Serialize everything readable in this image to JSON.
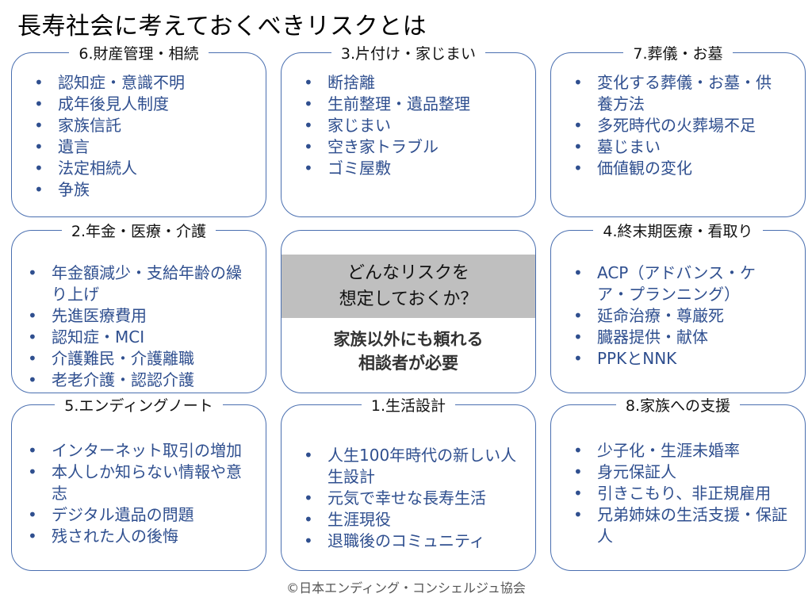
{
  "title": "長寿社会に考えておくべきリスクとは",
  "cards": [
    {
      "title": "6.財産管理・相続",
      "items": [
        "認知症・意識不明",
        "成年後見人制度",
        "家族信託",
        "遺言",
        "法定相続人",
        "争族"
      ]
    },
    {
      "title": "3.片付け・家じまい",
      "items": [
        "断捨離",
        "生前整理・遺品整理",
        "家じまい",
        "空き家トラブル",
        "ゴミ屋敷"
      ]
    },
    {
      "title": "7.葬儀・お墓",
      "items": [
        "変化する葬儀・お墓・供養方法",
        "多死時代の火葬場不足",
        "墓じまい",
        "価値観の変化"
      ]
    },
    {
      "title": "2.年金・医療・介護",
      "items": [
        "年金額減少・支給年齢の繰り上げ",
        "先進医療費用",
        "認知症・MCI",
        "介護難民・介護離職",
        "老老介護・認認介護"
      ]
    },
    {
      "title": "4.終末期医療・看取り",
      "items": [
        "ACP（アドバンス・ケア・プランニング）",
        "延命治療・尊厳死",
        "臓器提供・献体",
        "PPKとNNK"
      ]
    },
    {
      "title": "5.エンディングノート",
      "items": [
        "インターネット取引の増加",
        "本人しか知らない情報や意志",
        "デジタル遺品の問題",
        "残された人の後悔"
      ]
    },
    {
      "title": "1.生活設計",
      "items": [
        "人生100年時代の新しい人生設計",
        "元気で幸せな長寿生活",
        "生涯現役",
        "退職後のコミュニティ"
      ]
    },
    {
      "title": "8.家族への支援",
      "items": [
        "少子化・生涯未婚率",
        "身元保証人",
        "引きこもり、非正規雇用",
        "兄弟姉妹の生活支援・保証人"
      ]
    }
  ],
  "center": {
    "question_line1": "どんなリスクを",
    "question_line2": "想定しておくか？",
    "note_line1": "家族以外にも頼れる",
    "note_line2": "相談者が必要"
  },
  "footer": "©日本エンディング・コンシェルジュ協会",
  "colors": {
    "border": "#4a6fb0",
    "item_text": "#2f4f8f",
    "band": "#bfbfbf"
  }
}
